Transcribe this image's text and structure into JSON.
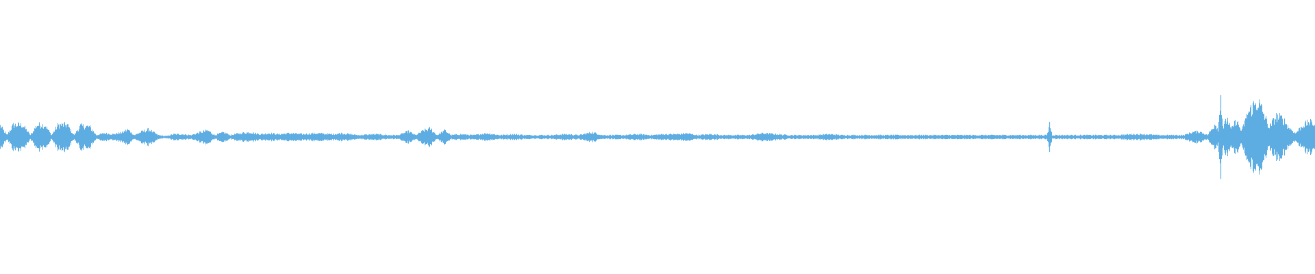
{
  "waveform": {
    "color": "#5DADE2",
    "background": "#FFFFFF",
    "duration_fraction_full": 1.0,
    "amplitude_envelope": [
      [
        0.0,
        0.12
      ],
      [
        0.005,
        0.02
      ],
      [
        0.01,
        0.13
      ],
      [
        0.017,
        0.13
      ],
      [
        0.023,
        0.02
      ],
      [
        0.028,
        0.13
      ],
      [
        0.034,
        0.13
      ],
      [
        0.039,
        0.02
      ],
      [
        0.044,
        0.13
      ],
      [
        0.051,
        0.13
      ],
      [
        0.056,
        0.02
      ],
      [
        0.061,
        0.12
      ],
      [
        0.068,
        0.11
      ],
      [
        0.073,
        0.02
      ],
      [
        0.079,
        0.04
      ],
      [
        0.086,
        0.03
      ],
      [
        0.093,
        0.05
      ],
      [
        0.097,
        0.08
      ],
      [
        0.102,
        0.02
      ],
      [
        0.108,
        0.06
      ],
      [
        0.113,
        0.08
      ],
      [
        0.12,
        0.02
      ],
      [
        0.126,
        0.01
      ],
      [
        0.132,
        0.03
      ],
      [
        0.138,
        0.03
      ],
      [
        0.145,
        0.02
      ],
      [
        0.152,
        0.05
      ],
      [
        0.158,
        0.07
      ],
      [
        0.163,
        0.02
      ],
      [
        0.17,
        0.05
      ],
      [
        0.175,
        0.02
      ],
      [
        0.182,
        0.04
      ],
      [
        0.19,
        0.05
      ],
      [
        0.198,
        0.03
      ],
      [
        0.205,
        0.04
      ],
      [
        0.212,
        0.03
      ],
      [
        0.22,
        0.04
      ],
      [
        0.23,
        0.03
      ],
      [
        0.24,
        0.04
      ],
      [
        0.252,
        0.03
      ],
      [
        0.26,
        0.04
      ],
      [
        0.272,
        0.02
      ],
      [
        0.285,
        0.03
      ],
      [
        0.295,
        0.02
      ],
      [
        0.303,
        0.02
      ],
      [
        0.31,
        0.06
      ],
      [
        0.316,
        0.02
      ],
      [
        0.322,
        0.07
      ],
      [
        0.327,
        0.09
      ],
      [
        0.332,
        0.02
      ],
      [
        0.338,
        0.07
      ],
      [
        0.343,
        0.02
      ],
      [
        0.35,
        0.03
      ],
      [
        0.36,
        0.02
      ],
      [
        0.37,
        0.04
      ],
      [
        0.38,
        0.02
      ],
      [
        0.39,
        0.03
      ],
      [
        0.4,
        0.02
      ],
      [
        0.41,
        0.02
      ],
      [
        0.42,
        0.02
      ],
      [
        0.43,
        0.03
      ],
      [
        0.44,
        0.02
      ],
      [
        0.45,
        0.05
      ],
      [
        0.458,
        0.02
      ],
      [
        0.465,
        0.02
      ],
      [
        0.475,
        0.02
      ],
      [
        0.485,
        0.03
      ],
      [
        0.495,
        0.02
      ],
      [
        0.505,
        0.03
      ],
      [
        0.515,
        0.03
      ],
      [
        0.522,
        0.04
      ],
      [
        0.53,
        0.02
      ],
      [
        0.54,
        0.03
      ],
      [
        0.55,
        0.02
      ],
      [
        0.56,
        0.02
      ],
      [
        0.57,
        0.02
      ],
      [
        0.58,
        0.04
      ],
      [
        0.59,
        0.03
      ],
      [
        0.6,
        0.02
      ],
      [
        0.61,
        0.02
      ],
      [
        0.62,
        0.02
      ],
      [
        0.63,
        0.03
      ],
      [
        0.64,
        0.02
      ],
      [
        0.65,
        0.02
      ],
      [
        0.66,
        0.02
      ],
      [
        0.67,
        0.02
      ],
      [
        0.68,
        0.02
      ],
      [
        0.69,
        0.02
      ],
      [
        0.7,
        0.02
      ],
      [
        0.71,
        0.02
      ],
      [
        0.72,
        0.02
      ],
      [
        0.73,
        0.02
      ],
      [
        0.74,
        0.02
      ],
      [
        0.75,
        0.02
      ],
      [
        0.76,
        0.02
      ],
      [
        0.77,
        0.02
      ],
      [
        0.78,
        0.02
      ],
      [
        0.79,
        0.02
      ],
      [
        0.796,
        0.02
      ],
      [
        0.798,
        0.13
      ],
      [
        0.8,
        0.02
      ],
      [
        0.81,
        0.02
      ],
      [
        0.82,
        0.02
      ],
      [
        0.83,
        0.02
      ],
      [
        0.84,
        0.02
      ],
      [
        0.85,
        0.02
      ],
      [
        0.86,
        0.03
      ],
      [
        0.87,
        0.03
      ],
      [
        0.88,
        0.02
      ],
      [
        0.89,
        0.02
      ],
      [
        0.9,
        0.02
      ],
      [
        0.906,
        0.05
      ],
      [
        0.912,
        0.06
      ],
      [
        0.918,
        0.02
      ],
      [
        0.922,
        0.1
      ],
      [
        0.924,
        0.15
      ],
      [
        0.926,
        0.08
      ],
      [
        0.928,
        0.36
      ],
      [
        0.93,
        0.1
      ],
      [
        0.933,
        0.2
      ],
      [
        0.936,
        0.08
      ],
      [
        0.94,
        0.18
      ],
      [
        0.944,
        0.06
      ],
      [
        0.948,
        0.24
      ],
      [
        0.952,
        0.32
      ],
      [
        0.956,
        0.38
      ],
      [
        0.96,
        0.28
      ],
      [
        0.965,
        0.1
      ],
      [
        0.97,
        0.22
      ],
      [
        0.975,
        0.2
      ],
      [
        0.98,
        0.1
      ],
      [
        0.985,
        0.04
      ],
      [
        0.99,
        0.12
      ],
      [
        0.995,
        0.16
      ],
      [
        1.0,
        0.14
      ]
    ],
    "spike_markers": [
      0.798,
      0.928
    ]
  }
}
